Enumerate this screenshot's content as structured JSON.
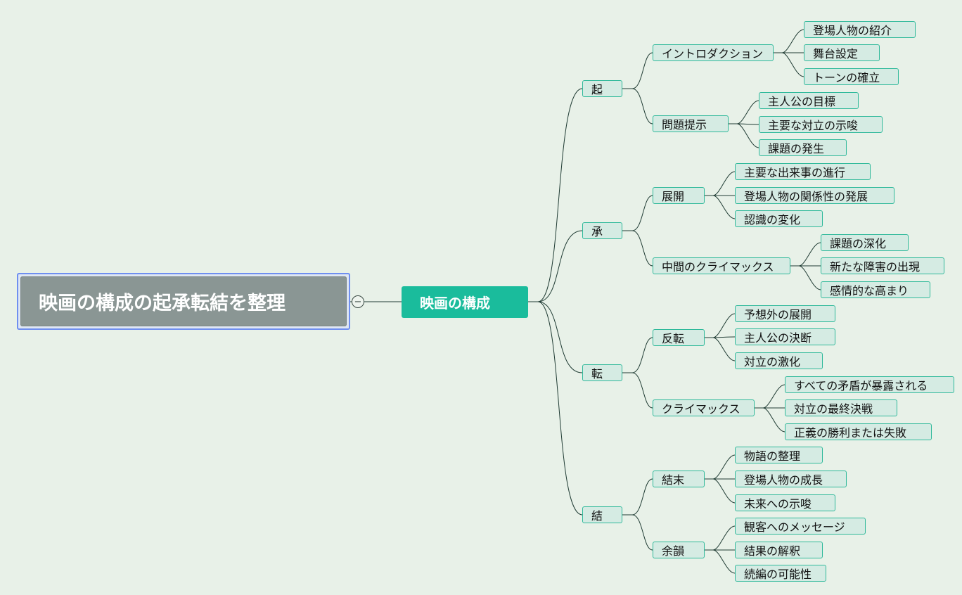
{
  "root": {
    "title": "映画の構成の起承転結を整理",
    "collapse_symbol": "−"
  },
  "main": {
    "label": "映画の構成"
  },
  "colors": {
    "background": "#e8f1e8",
    "main_node": "#1abc9c",
    "node_fill": "#d5ebe3",
    "node_border": "#2fb99a",
    "root_fill": "#8a9694",
    "root_border": "#6f8ff0",
    "line": "#1f3b33"
  },
  "branches": [
    {
      "label": "起",
      "children": [
        {
          "label": "イントロダクション",
          "leaves": [
            "登場人物の紹介",
            "舞台設定",
            "トーンの確立"
          ]
        },
        {
          "label": "問題提示",
          "leaves": [
            "主人公の目標",
            "主要な対立の示唆",
            "課題の発生"
          ]
        }
      ]
    },
    {
      "label": "承",
      "children": [
        {
          "label": "展開",
          "leaves": [
            "主要な出来事の進行",
            "登場人物の関係性の発展",
            "認識の変化"
          ]
        },
        {
          "label": "中間のクライマックス",
          "leaves": [
            "課題の深化",
            "新たな障害の出現",
            "感情的な高まり"
          ]
        }
      ]
    },
    {
      "label": "転",
      "children": [
        {
          "label": "反転",
          "leaves": [
            "予想外の展開",
            "主人公の決断",
            "対立の激化"
          ]
        },
        {
          "label": "クライマックス",
          "leaves": [
            "すべての矛盾が暴露される",
            "対立の最終決戦",
            "正義の勝利または失敗"
          ]
        }
      ]
    },
    {
      "label": "結",
      "children": [
        {
          "label": "結末",
          "leaves": [
            "物語の整理",
            "登場人物の成長",
            "未来への示唆"
          ]
        },
        {
          "label": "余韻",
          "leaves": [
            "観客へのメッセージ",
            "結果の解釈",
            "続編の可能性"
          ]
        }
      ]
    }
  ]
}
